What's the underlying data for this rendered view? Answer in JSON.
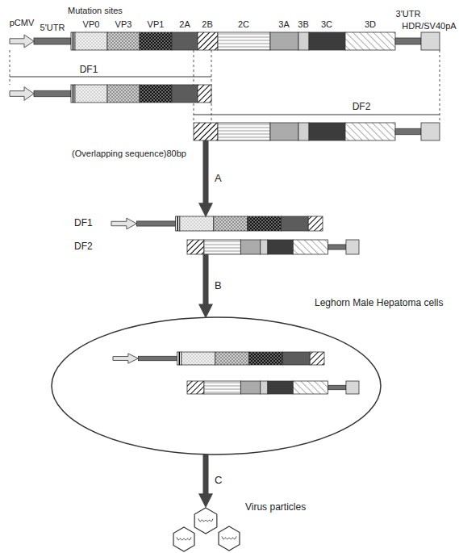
{
  "diagram": {
    "nodes": [
      {
        "text": [
          "pCMV"
        ]
      },
      {
        "text": [
          "5'UTR"
        ]
      },
      {
        "text": [
          "Mutation sites"
        ]
      },
      {
        "text": [
          "VP0"
        ]
      },
      {
        "text": [
          "VP3"
        ]
      },
      {
        "text": [
          "VP1"
        ]
      },
      {
        "text": [
          "2A"
        ]
      },
      {
        "text": [
          "2B"
        ]
      },
      {
        "text": [
          "2C"
        ]
      },
      {
        "text": [
          "3A"
        ]
      },
      {
        "text": [
          "3B"
        ]
      },
      {
        "text": [
          "3C"
        ]
      },
      {
        "text": [
          "3D"
        ]
      },
      {
        "text": [
          "3'UTR"
        ]
      },
      {
        "text": [
          "HDR/SV40pA"
        ]
      },
      {
        "text": [
          "DF1"
        ]
      },
      {
        "text": [
          "DF2"
        ]
      },
      {
        "text": [
          "DF1"
        ]
      },
      {
        "text": [
          "DF2"
        ]
      },
      {
        "text": [
          "Leghorn Male Hepatoma cells"
        ]
      },
      {
        "text": [
          "Virus particles"
        ]
      }
    ],
    "edges": [
      {
        "from": 16,
        "to": 17,
        "label": "A",
        "arrow": "to"
      },
      {
        "from": 18,
        "to": 19,
        "label": "B",
        "arrow": "to"
      },
      {
        "from": 19,
        "to": 20,
        "label": "C",
        "arrow": "to"
      }
    ],
    "labels": [
      "(Overlapping sequence)80bp"
    ]
  }
}
